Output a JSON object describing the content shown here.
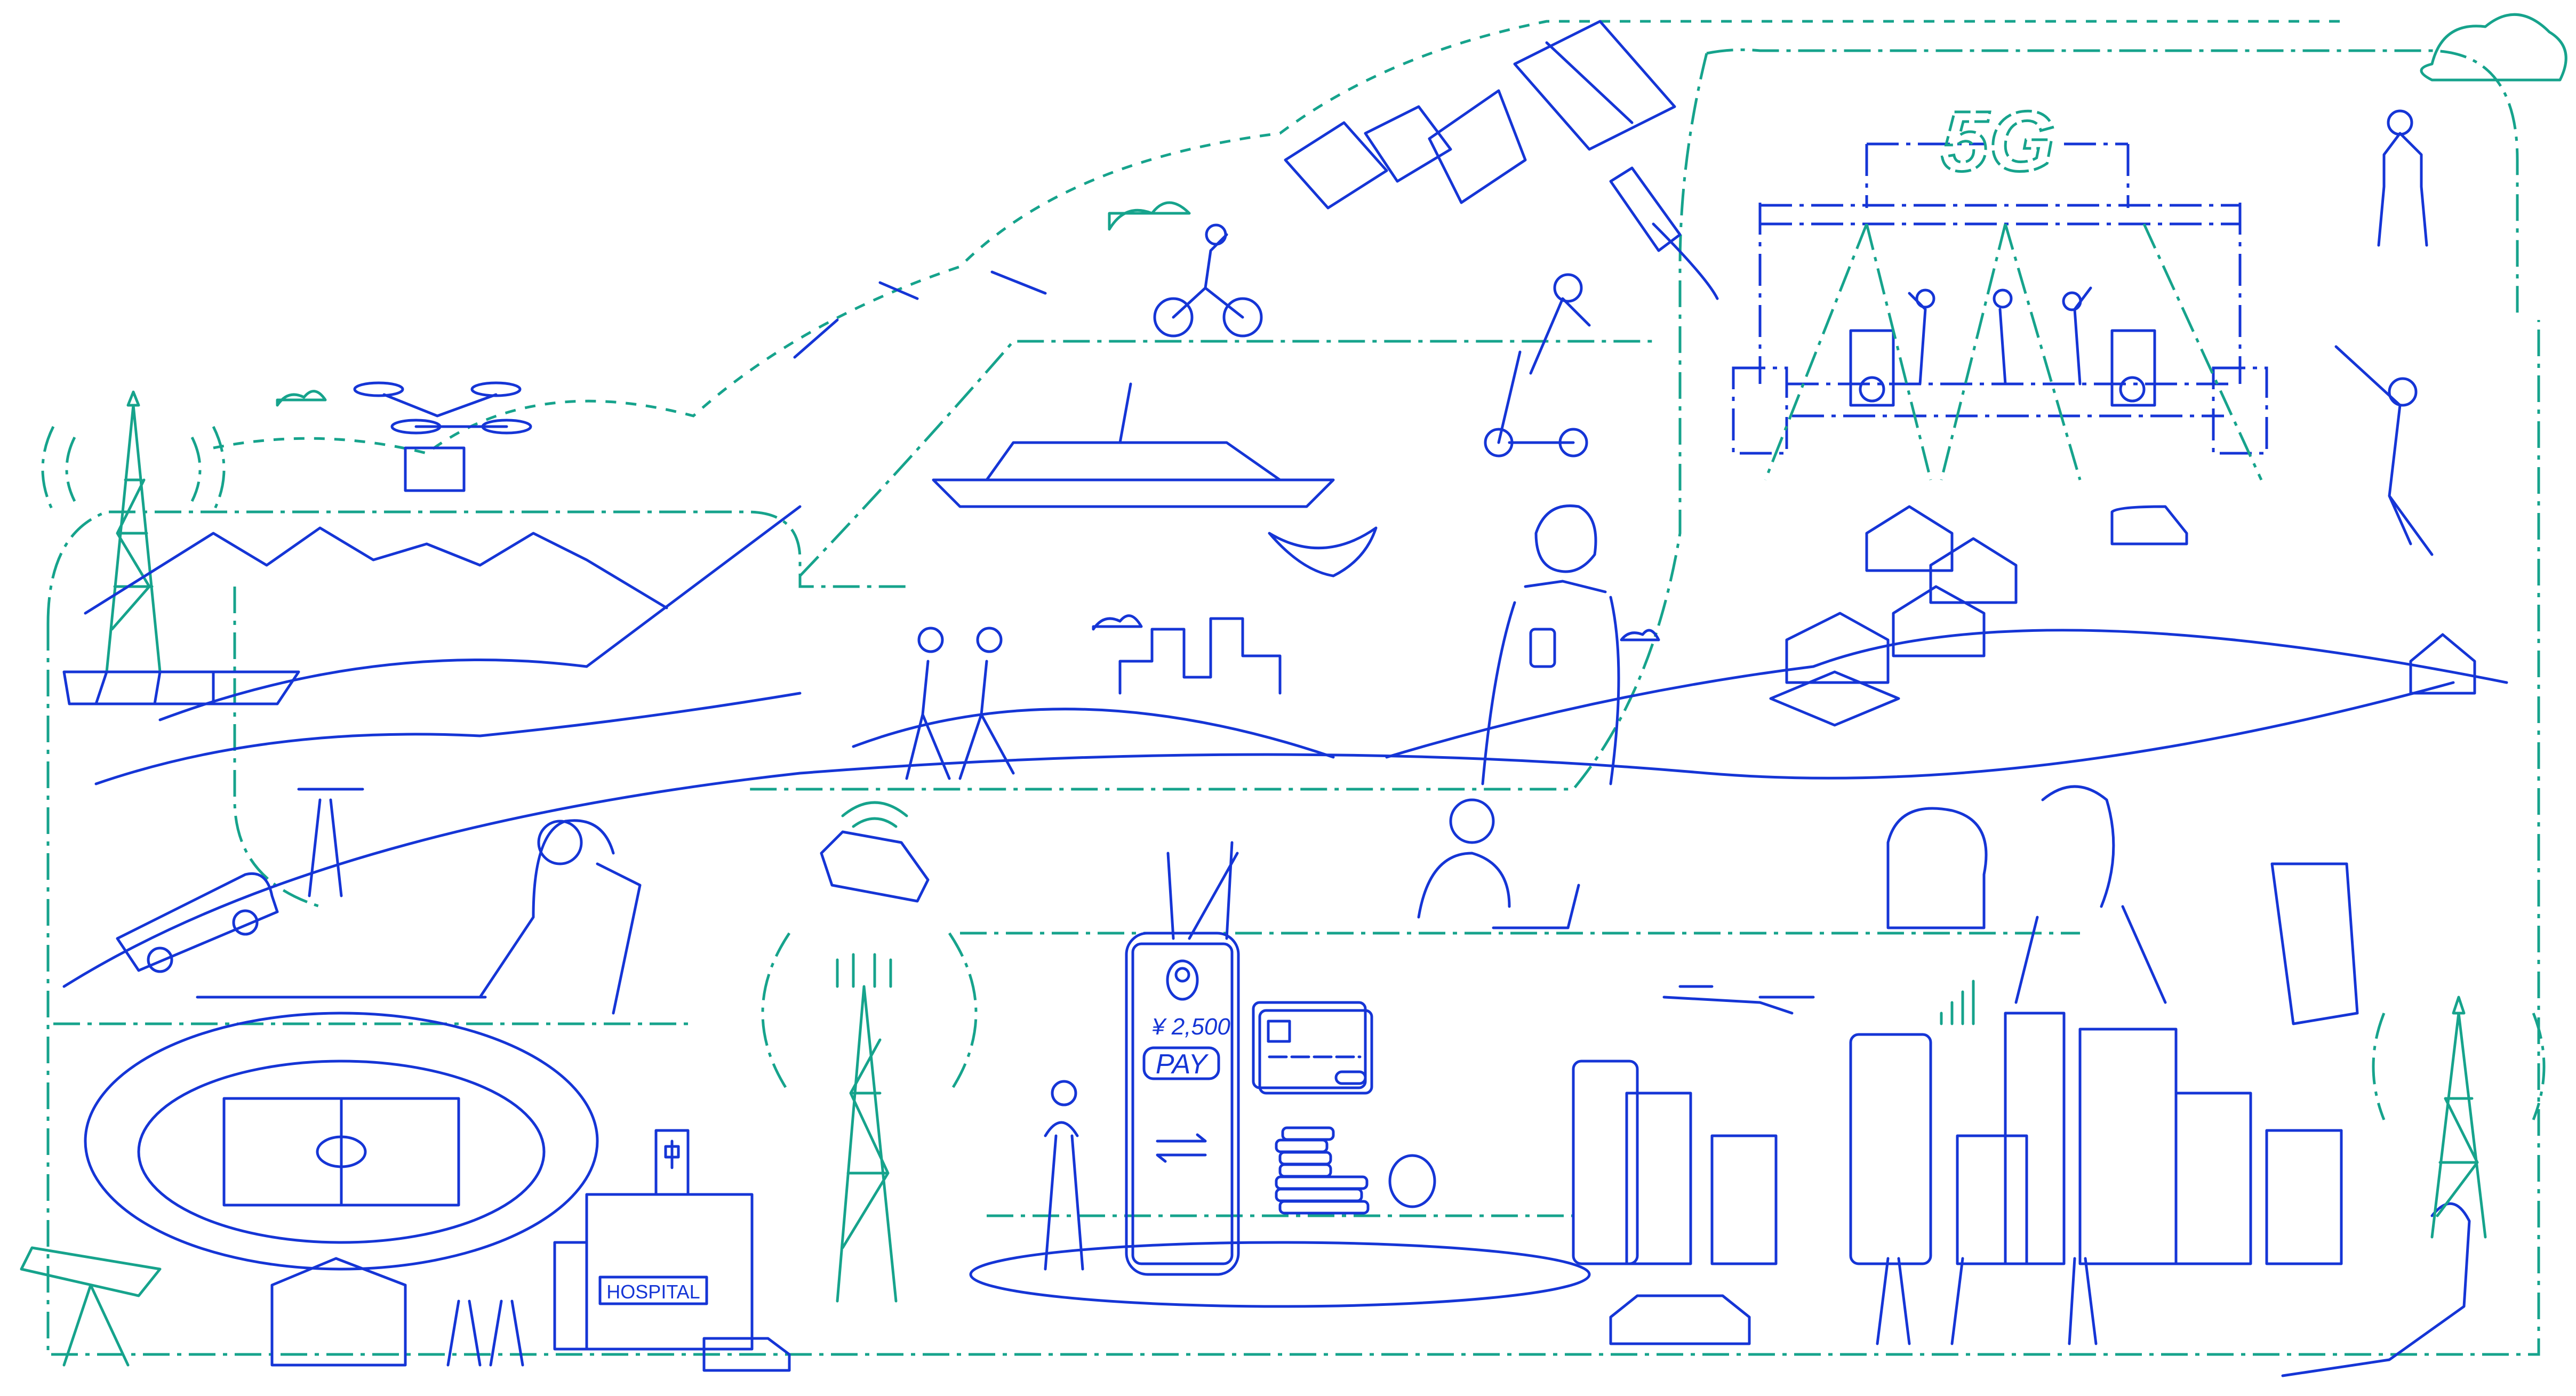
{
  "colors": {
    "line_blue": "#1535d6",
    "line_teal": "#16a38c",
    "background": "#ffffff"
  },
  "stage": {
    "sign": "5G"
  },
  "payment_phone": {
    "amount": "¥ 2,500",
    "button_label": "PAY"
  },
  "hospital": {
    "sign": "HOSPITAL"
  }
}
